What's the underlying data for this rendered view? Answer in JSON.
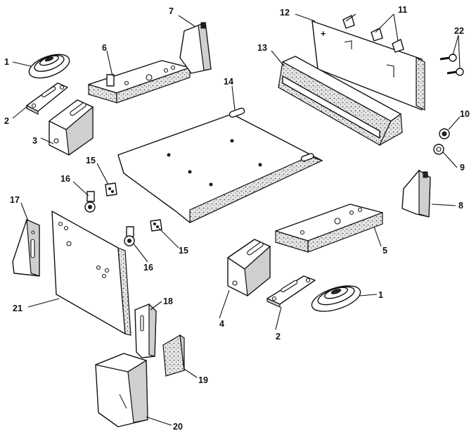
{
  "callouts": {
    "c1a": "1",
    "c1b": "1",
    "c2a": "2",
    "c2b": "2",
    "c3": "3",
    "c4": "4",
    "c5": "5",
    "c6": "6",
    "c7": "7",
    "c8": "8",
    "c9": "9",
    "c10": "10",
    "c11": "11",
    "c12": "12",
    "c13": "13",
    "c14": "14",
    "c15a": "15",
    "c15b": "15",
    "c16a": "16",
    "c16b": "16",
    "c17": "17",
    "c18": "18",
    "c19": "19",
    "c20": "20",
    "c21": "21",
    "c22": "22"
  }
}
